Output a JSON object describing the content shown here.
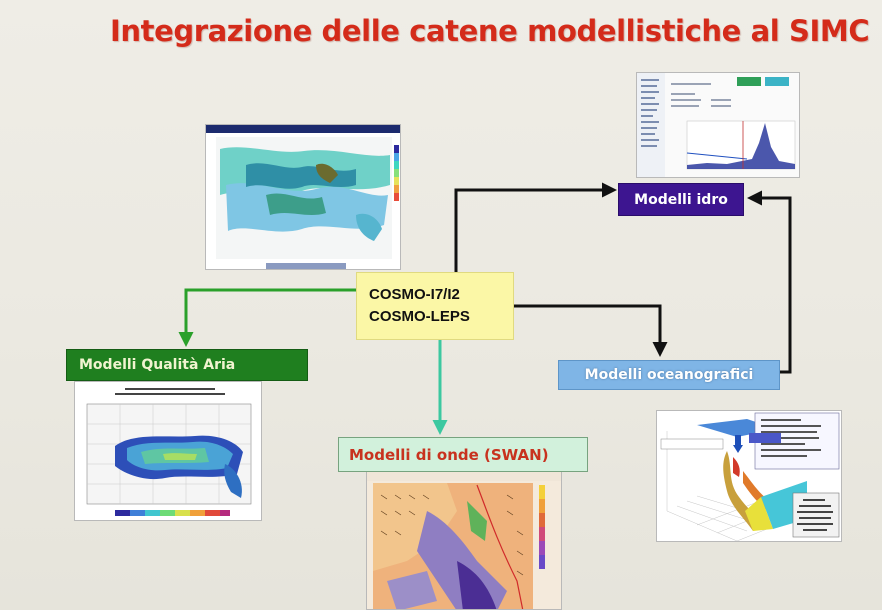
{
  "title": "Integrazione delle catene modellistiche al SIMC",
  "center": {
    "line1": "COSMO-I7/I2",
    "line2": "COSMO-LEPS"
  },
  "nodes": {
    "idro": "Modelli idro",
    "qualita": "Modelli  Qualità Aria",
    "oceano": "Modelli oceanografici",
    "swan": "Modelli di onde (SWAN)"
  },
  "colors": {
    "title": "#d42b1a",
    "arrow_black": "#111111",
    "arrow_green": "#2aa02a",
    "arrow_teal": "#3cc8a0",
    "idro_bg": "#3d1590",
    "qualita_bg": "#1f7f1f",
    "oceano_bg": "#7fb5e6",
    "swan_bg": "#d2f1dc"
  },
  "images": {
    "cosmo_map": "cosmo-precipitation-map",
    "hydro_screen": "hydrological-model-screenshot",
    "air_quality_map": "air-quality-map",
    "swan_map": "wave-model-map",
    "ocean_3d": "ocean-3d-model-plot"
  }
}
